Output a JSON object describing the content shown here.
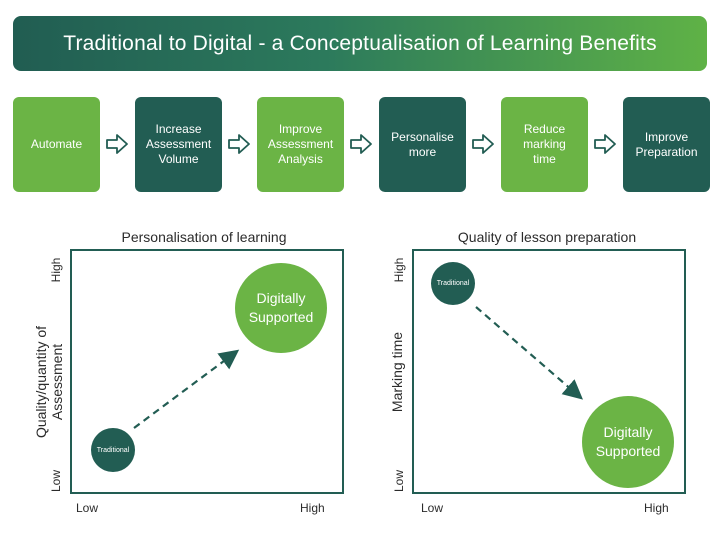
{
  "title": "Traditional to Digital - a Conceptualisation of Learning Benefits",
  "steps": [
    {
      "label": "Automate"
    },
    {
      "label": "Increase Assessment Volume"
    },
    {
      "label": "Improve Assessment Analysis"
    },
    {
      "label": "Personalise more"
    },
    {
      "label": "Reduce marking time"
    },
    {
      "label": "Improve Preparation"
    }
  ],
  "plot1": {
    "title": "Personalisation of learning",
    "y_label": "Quality/quantity of Assessment",
    "y_high": "High",
    "y_low": "Low",
    "x_low": "Low",
    "x_high": "High",
    "traditional": "Traditional",
    "digital": "Digitally Supported"
  },
  "plot2": {
    "title": "Quality of lesson preparation",
    "y_label": "Marking time",
    "y_high": "High",
    "y_low": "Low",
    "x_low": "Low",
    "x_high": "High",
    "traditional": "Traditional",
    "digital": "Digitally Supported"
  },
  "colors": {
    "dark_green": "#225d53",
    "light_green": "#6bb445",
    "arrow_fill": "#ffffff"
  }
}
